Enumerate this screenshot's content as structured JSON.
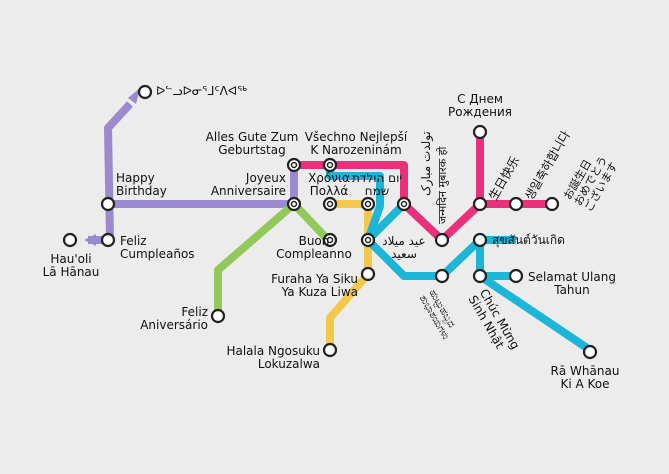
{
  "lines": {
    "purple": "#9b8ad0",
    "pink": "#e8317a",
    "cyan": "#1db6d8",
    "green": "#92c95a",
    "yellow": "#f2c94a"
  },
  "labels": {
    "inuktitut": "ᐅᓪᓗᐅᓂᕐᒧᑦᐱᐊᕐᒃ",
    "hawaiian_1": "Hau'oli",
    "hawaiian_2": "Lā Hānau",
    "happy_1": "Happy",
    "happy_2": "Birthday",
    "feliz_cumple_1": "Feliz",
    "feliz_cumple_2": "Cumpleaños",
    "german_1": "Alles Gute Zum",
    "german_2": "Geburtstag",
    "czech_1": "Všechno Nejlepší",
    "czech_2": "K Narozeninám",
    "french_1": "Joyeux",
    "french_2": "Anniversaire",
    "greek_1": "Χρόνια",
    "greek_2": "Πολλά",
    "hebrew_1": "יום הולדת",
    "hebrew_2": "שמח",
    "buon_1": "Buon",
    "buon_2": "Compleanno",
    "swahili_1": "Furaha Ya Siku",
    "swahili_2": "Ya Kuza Liwa",
    "feliz_aniv_1": "Feliz",
    "feliz_aniv_2": "Aniversário",
    "halala_1": "Halala Ngosuku",
    "halala_2": "Lokuzalwa",
    "arabic_1": "عيد ميلاد",
    "arabic_2": "سعيد",
    "persian": "تولدت مبارک",
    "hindi": "जन्मदिन मुबारक हो",
    "russian_1": "С Днем",
    "russian_2": "Рождения",
    "chinese": "生日快乐",
    "korean": "생일축하합니다",
    "japanese_1": "お誕生日",
    "japanese_2": "おめでとう",
    "japanese_3": "ございます",
    "thai": "สุขสันต์วันเกิด",
    "kannada_1": "ಹುಟ್ಟುಹಬ್ಬದ",
    "kannada_2": "ಶುಭಾಶಯಗಳು",
    "vietnamese_1": "Chúc Mừng",
    "vietnamese_2": "Sinh Nhật",
    "malay_1": "Selamat Ulang",
    "malay_2": "Tahun",
    "maori_1": "Rā Whānau",
    "maori_2": "Ki A Koe"
  }
}
